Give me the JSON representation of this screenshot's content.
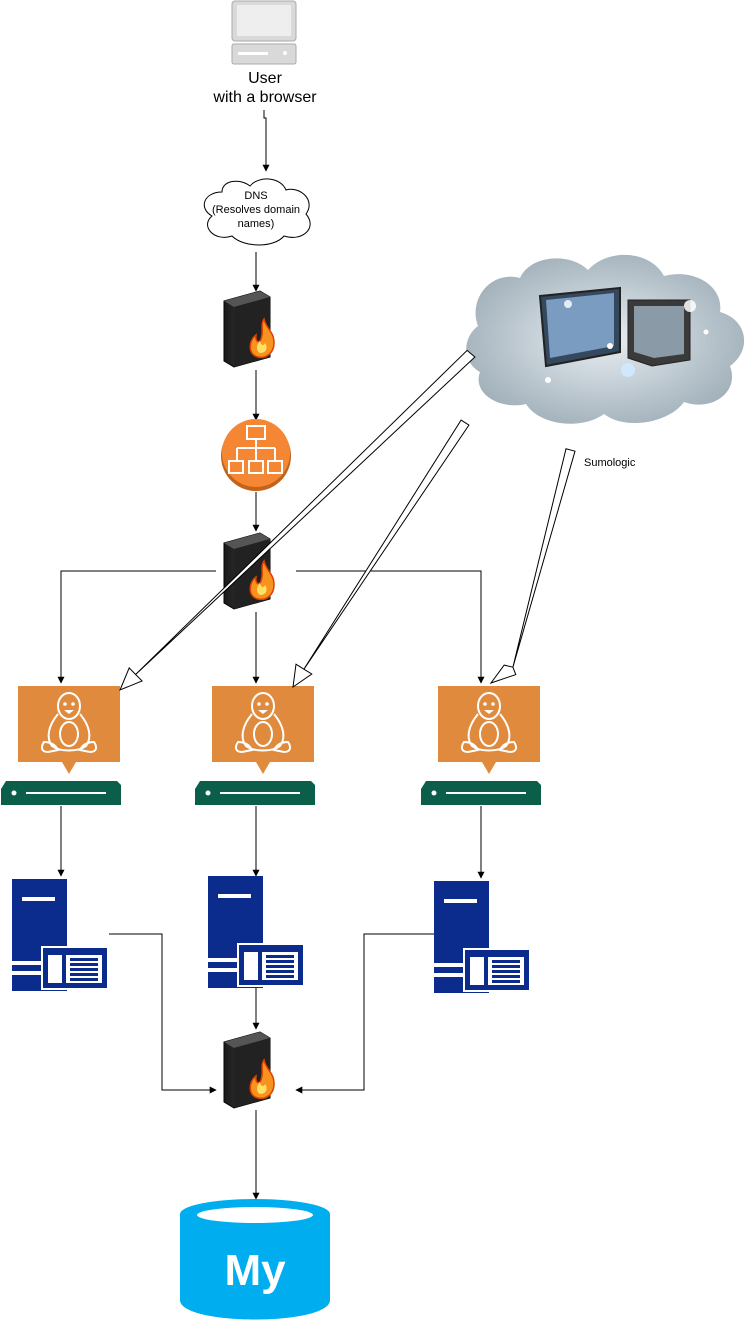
{
  "labels": {
    "user_line1": "User",
    "user_line2": "with a browser",
    "dns_line1": "DNS",
    "dns_line2": "(Resolves domain",
    "dns_line3": "names)",
    "sumologic": "Sumologic",
    "mysql_text": "My"
  },
  "icons": {
    "user": "desktop-computer-icon",
    "dns": "cloud-icon",
    "firewall": "firewall-icon",
    "load_balancer": "load-balancer-icon",
    "linux_instance": "linux-tux-icon",
    "server": "server-icon",
    "database": "mysql-database-icon",
    "monitoring": "cloud-monitoring-icon"
  },
  "colors": {
    "linux_orange": "#E08A3E",
    "rack_green": "#0B5E4A",
    "server_blue": "#0B2C8C",
    "lb_orange": "#F58634",
    "db_cyan": "#00AEEF",
    "line": "#000000"
  }
}
